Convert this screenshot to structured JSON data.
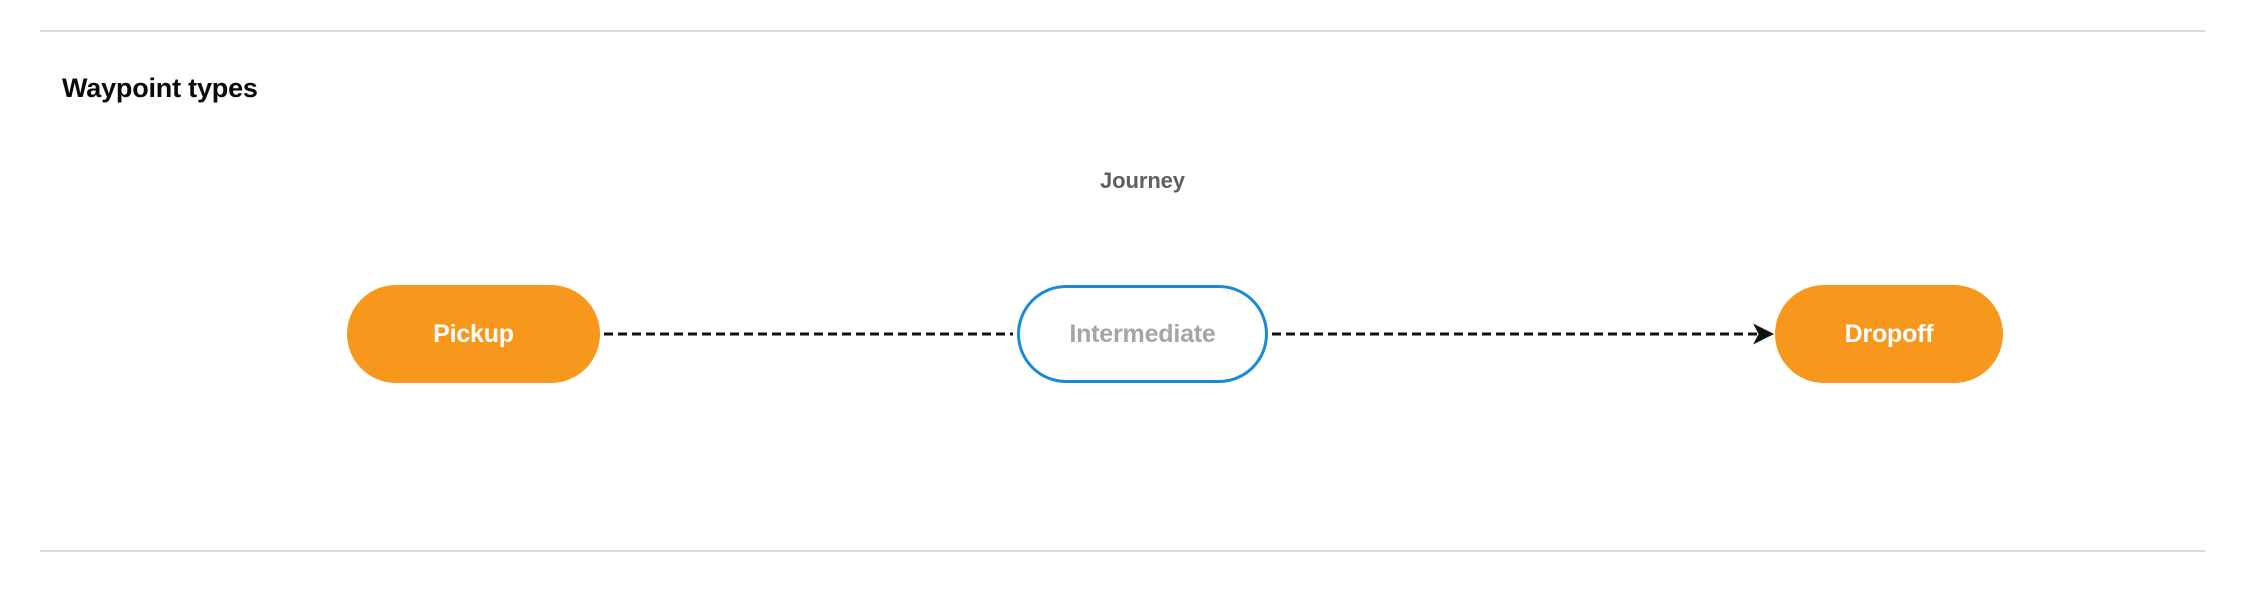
{
  "section": {
    "title": "Waypoint types"
  },
  "diagram": {
    "label": "Journey",
    "type": "flow",
    "nodes": [
      {
        "id": "pickup",
        "label": "Pickup",
        "style": "terminal",
        "fill": "#f7981d",
        "text_color": "#ffffff"
      },
      {
        "id": "intermediate",
        "label": "Intermediate",
        "style": "intermediate",
        "fill": "#ffffff",
        "border_color": "#1b8ad5",
        "text_color": "#a5a5a5"
      },
      {
        "id": "dropoff",
        "label": "Dropoff",
        "style": "terminal",
        "fill": "#f7981d",
        "text_color": "#ffffff"
      }
    ],
    "edges": [
      {
        "from": "pickup",
        "to": "intermediate",
        "style": "dashed",
        "arrow": false,
        "color": "#111111"
      },
      {
        "from": "intermediate",
        "to": "dropoff",
        "style": "dashed",
        "arrow": true,
        "color": "#111111"
      }
    ]
  },
  "theme": {
    "background": "#ffffff",
    "rule_color": "#d9d9d9",
    "heading_color": "#0b0b0b",
    "label_color": "#5f5f5f",
    "accent_orange": "#f7981d",
    "accent_blue": "#1b8ad5"
  }
}
